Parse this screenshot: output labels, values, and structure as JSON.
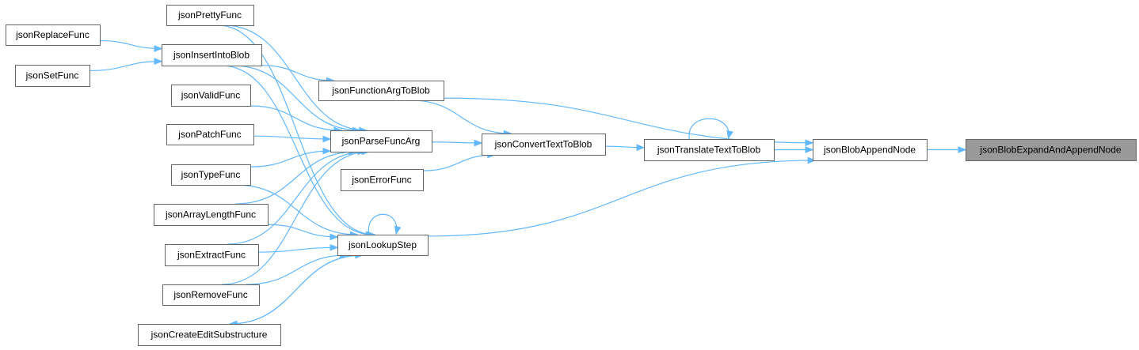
{
  "graph": {
    "nodes": [
      {
        "id": "jsonBlobExpandAndAppendNode",
        "label": "jsonBlobExpandAndAppendNode",
        "highlight": true
      },
      {
        "id": "jsonBlobAppendNode",
        "label": "jsonBlobAppendNode"
      },
      {
        "id": "jsonTranslateTextToBlob",
        "label": "jsonTranslateTextToBlob"
      },
      {
        "id": "jsonConvertTextToBlob",
        "label": "jsonConvertTextToBlob"
      },
      {
        "id": "jsonFunctionArgToBlob",
        "label": "jsonFunctionArgToBlob"
      },
      {
        "id": "jsonParseFuncArg",
        "label": "jsonParseFuncArg"
      },
      {
        "id": "jsonErrorFunc",
        "label": "jsonErrorFunc"
      },
      {
        "id": "jsonLookupStep",
        "label": "jsonLookupStep"
      },
      {
        "id": "jsonPrettyFunc",
        "label": "jsonPrettyFunc"
      },
      {
        "id": "jsonInsertIntoBlob",
        "label": "jsonInsertIntoBlob"
      },
      {
        "id": "jsonReplaceFunc",
        "label": "jsonReplaceFunc"
      },
      {
        "id": "jsonSetFunc",
        "label": "jsonSetFunc"
      },
      {
        "id": "jsonValidFunc",
        "label": "jsonValidFunc"
      },
      {
        "id": "jsonPatchFunc",
        "label": "jsonPatchFunc"
      },
      {
        "id": "jsonTypeFunc",
        "label": "jsonTypeFunc"
      },
      {
        "id": "jsonArrayLengthFunc",
        "label": "jsonArrayLengthFunc"
      },
      {
        "id": "jsonExtractFunc",
        "label": "jsonExtractFunc"
      },
      {
        "id": "jsonRemoveFunc",
        "label": "jsonRemoveFunc"
      },
      {
        "id": "jsonCreateEditSubstructure",
        "label": "jsonCreateEditSubstructure"
      }
    ],
    "edges": [
      {
        "from": "jsonBlobAppendNode",
        "to": "jsonBlobExpandAndAppendNode"
      },
      {
        "from": "jsonTranslateTextToBlob",
        "to": "jsonBlobAppendNode"
      },
      {
        "from": "jsonFunctionArgToBlob",
        "to": "jsonBlobAppendNode"
      },
      {
        "from": "jsonLookupStep",
        "to": "jsonBlobAppendNode"
      },
      {
        "from": "jsonTranslateTextToBlob",
        "to": "jsonTranslateTextToBlob"
      },
      {
        "from": "jsonConvertTextToBlob",
        "to": "jsonTranslateTextToBlob"
      },
      {
        "from": "jsonFunctionArgToBlob",
        "to": "jsonConvertTextToBlob"
      },
      {
        "from": "jsonParseFuncArg",
        "to": "jsonConvertTextToBlob"
      },
      {
        "from": "jsonErrorFunc",
        "to": "jsonConvertTextToBlob"
      },
      {
        "from": "jsonInsertIntoBlob",
        "to": "jsonFunctionArgToBlob"
      },
      {
        "from": "jsonReplaceFunc",
        "to": "jsonInsertIntoBlob"
      },
      {
        "from": "jsonSetFunc",
        "to": "jsonInsertIntoBlob"
      },
      {
        "from": "jsonPrettyFunc",
        "to": "jsonParseFuncArg"
      },
      {
        "from": "jsonInsertIntoBlob",
        "to": "jsonParseFuncArg"
      },
      {
        "from": "jsonValidFunc",
        "to": "jsonParseFuncArg"
      },
      {
        "from": "jsonPatchFunc",
        "to": "jsonParseFuncArg"
      },
      {
        "from": "jsonTypeFunc",
        "to": "jsonParseFuncArg"
      },
      {
        "from": "jsonArrayLengthFunc",
        "to": "jsonParseFuncArg"
      },
      {
        "from": "jsonExtractFunc",
        "to": "jsonParseFuncArg"
      },
      {
        "from": "jsonRemoveFunc",
        "to": "jsonParseFuncArg"
      },
      {
        "from": "jsonLookupStep",
        "to": "jsonLookupStep"
      },
      {
        "from": "jsonPrettyFunc",
        "to": "jsonLookupStep"
      },
      {
        "from": "jsonInsertIntoBlob",
        "to": "jsonLookupStep"
      },
      {
        "from": "jsonTypeFunc",
        "to": "jsonLookupStep"
      },
      {
        "from": "jsonArrayLengthFunc",
        "to": "jsonLookupStep"
      },
      {
        "from": "jsonExtractFunc",
        "to": "jsonLookupStep"
      },
      {
        "from": "jsonRemoveFunc",
        "to": "jsonLookupStep"
      },
      {
        "from": "jsonCreateEditSubstructure",
        "to": "jsonLookupStep"
      },
      {
        "from": "jsonLookupStep",
        "to": "jsonCreateEditSubstructure"
      }
    ]
  },
  "colors": {
    "edge": "#63b8ff",
    "node_border": "#666666",
    "node_fill": "#ffffff",
    "highlight_fill": "#999999"
  }
}
